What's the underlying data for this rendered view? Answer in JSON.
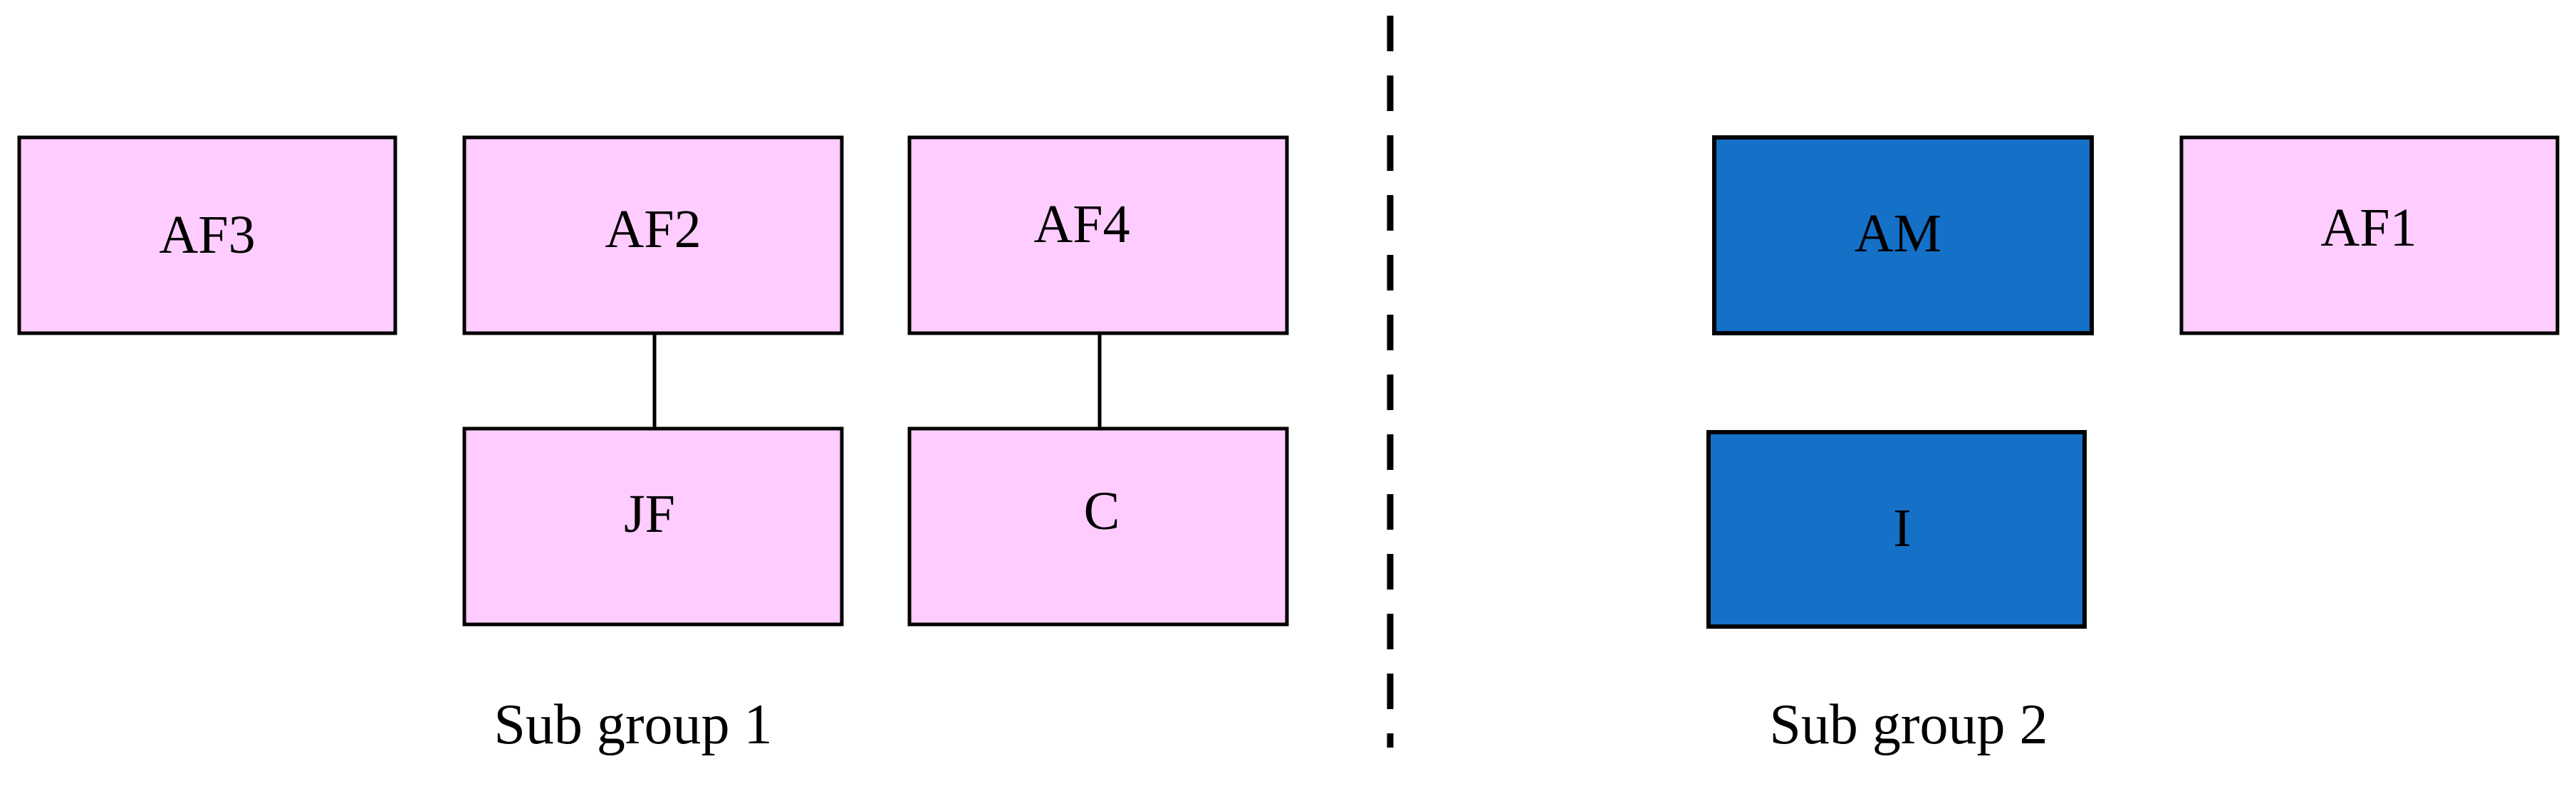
{
  "colors": {
    "pink_fill": "#ffccff",
    "blue_fill": "#1570c8",
    "stroke": "#000000"
  },
  "groups": [
    {
      "caption": "Sub group 1"
    },
    {
      "caption": "Sub group 2"
    }
  ],
  "nodes": [
    {
      "label": "AF3",
      "color": "pink"
    },
    {
      "label": "AF2",
      "color": "pink"
    },
    {
      "label": "AF4",
      "color": "pink"
    },
    {
      "label": "JF",
      "color": "pink"
    },
    {
      "label": "C",
      "color": "pink"
    },
    {
      "label": "AM",
      "color": "blue"
    },
    {
      "label": "AF1",
      "color": "pink"
    },
    {
      "label": "I",
      "color": "blue"
    }
  ],
  "edges": [
    {
      "from": "AF2",
      "to": "JF"
    },
    {
      "from": "AF4",
      "to": "C"
    }
  ]
}
